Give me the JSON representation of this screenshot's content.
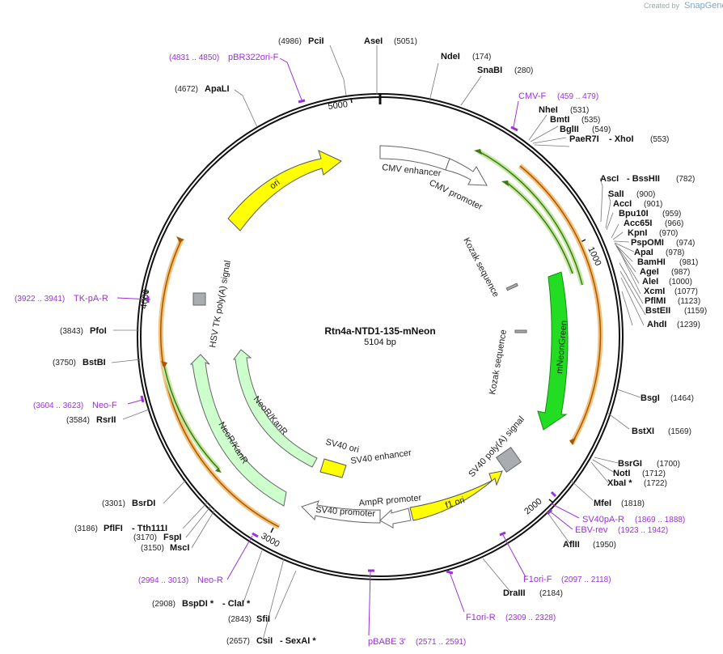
{
  "watermark": {
    "prefix": "Created by",
    "brand": "SnapGene"
  },
  "plasmid": {
    "name": "Rtn4a-NTD1-135-mNeon",
    "length_label": "5104 bp"
  },
  "ticks": [
    "1000",
    "2000",
    "3000",
    "4000",
    "5000"
  ],
  "features": [
    {
      "name": "mNeonGreen",
      "color": "#22dd22"
    },
    {
      "name": "f1 ori",
      "color": "#ffff00"
    },
    {
      "name": "ori",
      "color": "#ffff00"
    },
    {
      "name": "SV40 ori",
      "color": "#ffff00"
    },
    {
      "name": "NeoR/KanR",
      "color": "#ccffcc"
    },
    {
      "name": "NeoR/KanR",
      "color": "#ccffcc"
    },
    {
      "name": "SV40 poly(A) signal",
      "color": "#a9acb0"
    },
    {
      "name": "HSV TK poly(A) signal",
      "color": "#a9acb0"
    },
    {
      "name": "CMV enhancer",
      "color": "#ffffff"
    },
    {
      "name": "CMV promoter",
      "color": "#ffffff"
    },
    {
      "name": "AmpR promoter",
      "color": "#ffffff"
    },
    {
      "name": "SV40 promoter",
      "color": "#ffffff"
    },
    {
      "name": "SV40 enhancer",
      "color": "#ffffff"
    },
    {
      "name": "Kozak sequence",
      "color": "#a9acb0"
    },
    {
      "name": "Kozak sequence",
      "color": "#a9acb0"
    }
  ],
  "sites": [
    {
      "name": "AseI",
      "pos": "(5051)"
    },
    {
      "name": "PciI",
      "pos": "(4986)"
    },
    {
      "name": "NdeI",
      "pos": "(174)"
    },
    {
      "name": "SnaBI",
      "pos": "(280)"
    },
    {
      "name": "ApaLI",
      "pos": "(4672)"
    },
    {
      "name": "NheI",
      "pos": "(531)"
    },
    {
      "name": "BmtI",
      "pos": "(535)"
    },
    {
      "name": "BglII",
      "pos": "(549)"
    },
    {
      "name": "PaeR7I",
      "pos": ""
    },
    {
      "name": "- XhoI",
      "pos": "(553)"
    },
    {
      "name": "AscI",
      "pos": ""
    },
    {
      "name": "- BssHII",
      "pos": "(782)"
    },
    {
      "name": "SalI",
      "pos": "(900)"
    },
    {
      "name": "AccI",
      "pos": "(901)"
    },
    {
      "name": "Bpu10I",
      "pos": "(959)"
    },
    {
      "name": "Acc65I",
      "pos": "(966)"
    },
    {
      "name": "KpnI",
      "pos": "(970)"
    },
    {
      "name": "PspOMI",
      "pos": "(974)"
    },
    {
      "name": "ApaI",
      "pos": "(978)"
    },
    {
      "name": "BamHI",
      "pos": "(981)"
    },
    {
      "name": "AgeI",
      "pos": "(987)"
    },
    {
      "name": "AleI",
      "pos": "(1000)"
    },
    {
      "name": "XcmI",
      "pos": "(1077)"
    },
    {
      "name": "PflMI",
      "pos": "(1123)"
    },
    {
      "name": "BstEII",
      "pos": "(1159)"
    },
    {
      "name": "AhdI",
      "pos": "(1239)"
    },
    {
      "name": "BsgI",
      "pos": "(1464)"
    },
    {
      "name": "BstXI",
      "pos": "(1569)"
    },
    {
      "name": "BsrGI",
      "pos": "(1700)"
    },
    {
      "name": "NotI",
      "pos": "(1712)"
    },
    {
      "name": "XbaI *",
      "pos": "(1722)"
    },
    {
      "name": "MfeI",
      "pos": "(1818)"
    },
    {
      "name": "AflII",
      "pos": "(1950)"
    },
    {
      "name": "DraIII",
      "pos": "(2184)"
    },
    {
      "name": "CsiI",
      "pos": "(2657)"
    },
    {
      "name": "- SexAI *",
      "pos": ""
    },
    {
      "name": "SfiI",
      "pos": "(2843)"
    },
    {
      "name": "BspDI *",
      "pos": "(2908)"
    },
    {
      "name": "- ClaI *",
      "pos": ""
    },
    {
      "name": "MscI",
      "pos": "(3150)"
    },
    {
      "name": "FspI",
      "pos": "(3170)"
    },
    {
      "name": "PflFI",
      "pos": "(3186)"
    },
    {
      "name": "- Tth111I",
      "pos": ""
    },
    {
      "name": "BsrDI",
      "pos": "(3301)"
    },
    {
      "name": "RsrII",
      "pos": "(3584)"
    },
    {
      "name": "BstBI",
      "pos": "(3750)"
    },
    {
      "name": "PfoI",
      "pos": "(3843)"
    }
  ],
  "primers": [
    {
      "name": "pBR322ori-F",
      "range": "(4831 .. 4850)"
    },
    {
      "name": "CMV-F",
      "range": "(459 .. 479)"
    },
    {
      "name": "TK-pA-R",
      "range": "(3922 .. 3941)"
    },
    {
      "name": "Neo-F",
      "range": "(3604 .. 3623)"
    },
    {
      "name": "SV40pA-R",
      "range": "(1869 .. 1888)"
    },
    {
      "name": "EBV-rev",
      "range": "(1923 .. 1942)"
    },
    {
      "name": "F1ori-F",
      "range": "(2097 .. 2118)"
    },
    {
      "name": "F1ori-R",
      "range": "(2309 .. 2328)"
    },
    {
      "name": "pBABE 3'",
      "range": "(2571 .. 2591)"
    },
    {
      "name": "Neo-R",
      "range": "(2994 .. 3013)"
    }
  ]
}
